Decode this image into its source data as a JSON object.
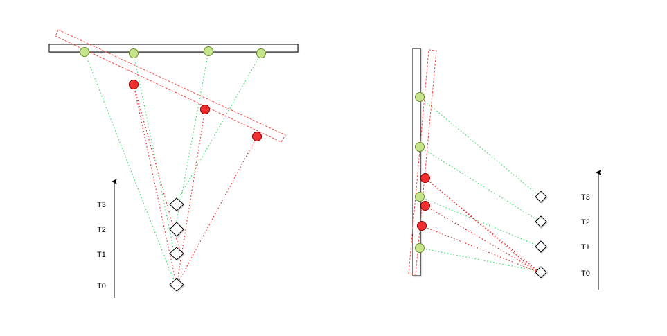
{
  "colors": {
    "green_fill": "#c6e48b",
    "green_stroke": "#6a8f2a",
    "red_fill": "#f03030",
    "red_stroke": "#8a0000",
    "green_line": "#33dd66",
    "red_line": "#ee2222",
    "red_box": "#ff4444",
    "wall_fill": "#ffffff",
    "wall_stroke": "#000000"
  },
  "left_figure": {
    "time_labels": [
      "T3",
      "T2",
      "T1",
      "T0"
    ],
    "time_axis_arrow_icon": "arrow-up-icon"
  },
  "right_figure": {
    "time_labels": [
      "T3",
      "T2",
      "T1",
      "T0"
    ],
    "time_axis_arrow_icon": "arrow-up-icon"
  }
}
